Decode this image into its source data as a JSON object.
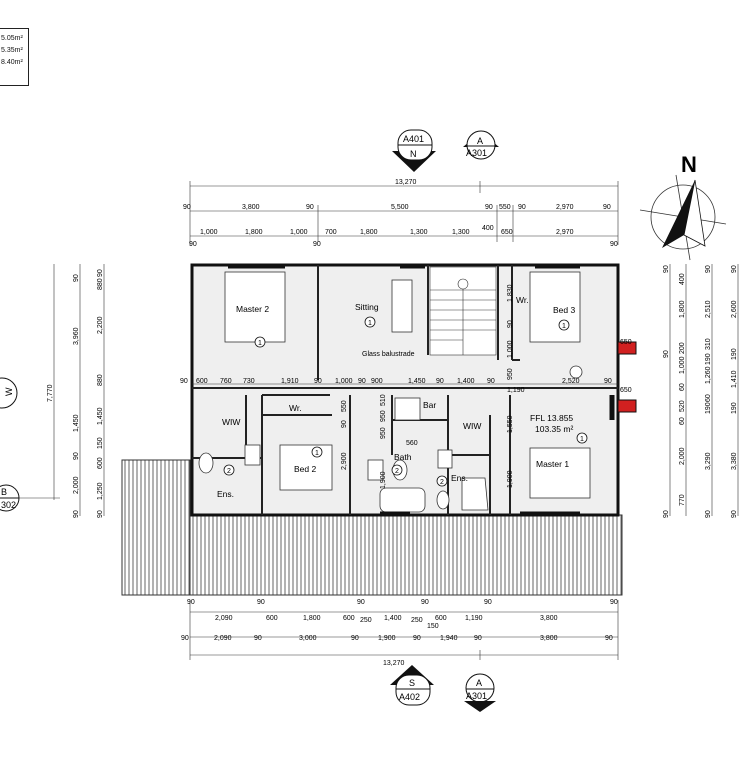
{
  "area_schedule": [
    "5.05m²",
    "5.35m²",
    "8.40m²"
  ],
  "rooms": [
    {
      "name": "Master 2",
      "id": "master-2"
    },
    {
      "name": "Sitting",
      "id": "sitting"
    },
    {
      "name": "Bed 3",
      "id": "bed-3"
    },
    {
      "name": "Wr.",
      "id": "wr-1"
    },
    {
      "name": "Wr.",
      "id": "wr-2"
    },
    {
      "name": "WIW",
      "id": "wiw-1"
    },
    {
      "name": "WIW",
      "id": "wiw-2"
    },
    {
      "name": "Bed 2",
      "id": "bed-2"
    },
    {
      "name": "Bar",
      "id": "bar"
    },
    {
      "name": "Bath",
      "id": "bath"
    },
    {
      "name": "Ens.",
      "id": "ens-1"
    },
    {
      "name": "Ens.",
      "id": "ens-2"
    },
    {
      "name": "Master 1",
      "id": "master-1"
    }
  ],
  "room_tags": [
    "1",
    "1",
    "1",
    "1",
    "1",
    "1",
    "2",
    "2",
    "2",
    "1"
  ],
  "ffl": {
    "label": "FFL 13.855",
    "area": "103.35 m²"
  },
  "glass_note": "Glass balustrade",
  "section_markers": {
    "top_north": {
      "code": "A401",
      "dir": "N"
    },
    "top_a": {
      "dir": "A",
      "code": "A301"
    },
    "bottom_south": {
      "dir": "S",
      "code": "A402"
    },
    "bottom_a": {
      "dir": "A",
      "code": "A301"
    },
    "left_west": {
      "dir": "W"
    },
    "left_b": {
      "dir": "B",
      "code": "302"
    }
  },
  "north_label": "N",
  "overall_top": "13,270",
  "overall_bottom": "13,270",
  "top_row1": [
    "90",
    "3,800",
    "90",
    "5,500",
    "90",
    "550",
    "90",
    "2,970",
    "90"
  ],
  "top_row2": [
    "90",
    "1,000",
    "1,800",
    "1,000",
    "700",
    "1,800",
    "1,300",
    "1,300",
    "400",
    "650",
    "2,970",
    "90",
    "90"
  ],
  "bottom_row1": [
    "90",
    "2,090",
    "90",
    "600",
    "1,800",
    "600",
    "90",
    "250",
    "1,400",
    "250",
    "90",
    "600",
    "150",
    "1,190",
    "90",
    "3,800",
    "90"
  ],
  "bottom_row2": [
    "90",
    "2,090",
    "90",
    "3,000",
    "90",
    "1,900",
    "90",
    "1,940",
    "90",
    "3,800",
    "90"
  ],
  "mid_row": [
    "90",
    "600",
    "760",
    "730",
    "1,910",
    "90",
    "1,000",
    "90",
    "900",
    "1,450",
    "90",
    "1,400",
    "90",
    "2,520",
    "90"
  ],
  "left_col1": [
    "90",
    "3,960",
    "1,450",
    "90",
    "2,000",
    "90"
  ],
  "left_col2": [
    "90",
    "880",
    "2,200",
    "880",
    "1,450",
    "150",
    "600",
    "1,250",
    "90"
  ],
  "left_total": "7,770",
  "right_col1": [
    "90",
    "400",
    "1,800",
    "200",
    "1,000",
    "60",
    "90",
    "520",
    "60",
    "2,000",
    "770",
    "90"
  ],
  "right_col2": [
    "90",
    "2,510",
    "310",
    "190",
    "1,260",
    "60",
    "190",
    "3,290",
    "90"
  ],
  "right_col3": [
    "90",
    "2,600",
    "190",
    "1,410",
    "190",
    "3,380",
    "90"
  ],
  "inner_labels": [
    "1,830",
    "90",
    "1,000",
    "950",
    "1,190",
    "1,550",
    "1,900",
    "950",
    "510",
    "90",
    "950",
    "560",
    "1,900",
    "2,900",
    "550",
    "90"
  ],
  "right_650": [
    "650",
    "650"
  ]
}
